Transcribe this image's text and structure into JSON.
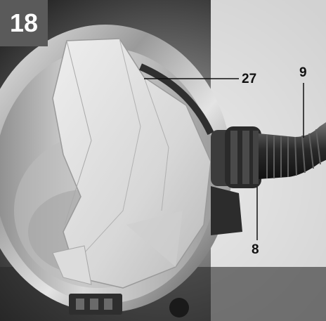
{
  "figure": {
    "number": "18",
    "callouts": {
      "bag": "27",
      "hose": "9",
      "hose_connector": "8"
    }
  },
  "colors": {
    "figure_number_bg": "#5a5a5a",
    "steel_dark": "#3a3a3a",
    "steel_light": "#d8d8d8",
    "filter_bag": "#e6e6e6"
  }
}
